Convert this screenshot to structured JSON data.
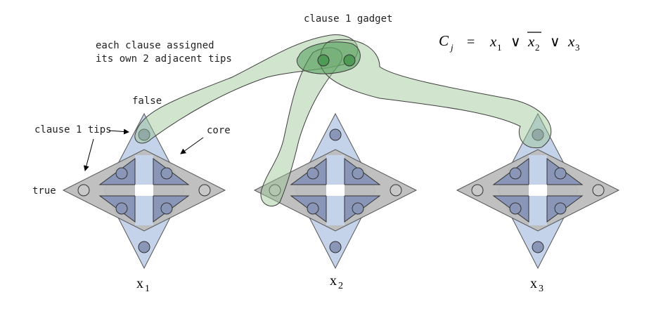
{
  "labels": {
    "gadget": "clause 1 gadget",
    "assigned_line1": "each clause assigned",
    "assigned_line2": "its own 2 adjacent tips",
    "false": "false",
    "true": "true",
    "clause_tips": "clause 1 tips",
    "core": "core"
  },
  "equation": {
    "lhs": "C",
    "lhs_sub": "j",
    "equals": "=",
    "or_symbol": "∨",
    "terms": [
      {
        "var": "x",
        "sub": "1",
        "negated": false
      },
      {
        "var": "x",
        "sub": "2",
        "negated": true
      },
      {
        "var": "x",
        "sub": "3",
        "negated": false
      }
    ]
  },
  "variables": [
    {
      "name": "x",
      "sub": "1"
    },
    {
      "name": "x",
      "sub": "2"
    },
    {
      "name": "x",
      "sub": "3"
    }
  ],
  "colors": {
    "vertical_diamond": "#c5d3ea",
    "horizontal_diamond": "#bdbdbd",
    "triangle": "#8a96b8",
    "node_blue": "#8a96b8",
    "node_gray": "#c8c8c8",
    "gadget_fill": "#99c493",
    "gadget_dark": "#4f9a55"
  }
}
